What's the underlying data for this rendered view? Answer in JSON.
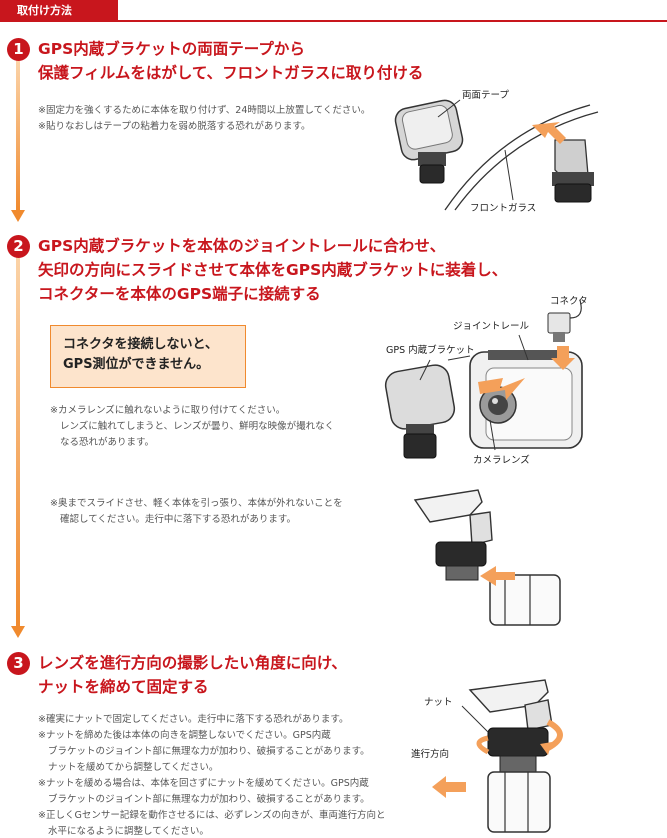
{
  "header": {
    "title": "取付け方法"
  },
  "steps": [
    {
      "number": "1",
      "title_lines": [
        "GPS内蔵ブラケットの両面テープから",
        "保護フィルムをはがして、フロントガラスに取り付ける"
      ],
      "notes": [
        "※固定力を強くするために本体を取り付けず、24時間以上放置してください。",
        "※貼りなおしはテープの粘着力を弱め脱落する恐れがあります。"
      ],
      "labels": {
        "tape": "両面テープ",
        "windshield": "フロントガラス"
      }
    },
    {
      "number": "2",
      "title_lines": [
        "GPS内蔵ブラケットを本体のジョイントレールに合わせ、",
        "矢印の方向にスライドさせて本体をGPS内蔵ブラケットに装着し、",
        "コネクターを本体のGPS端子に接続する"
      ],
      "callout_lines": [
        "コネクタを接続しないと、",
        "GPS測位ができません。"
      ],
      "notes_a": [
        "※カメラレンズに触れないように取り付けてください。",
        "レンズに触れてしまうと、レンズが曇り、鮮明な映像が撮れなく",
        "なる恐れがあります。"
      ],
      "notes_b": [
        "※奥までスライドさせ、軽く本体を引っ張り、本体が外れないことを",
        "確認してください。走行中に落下する恐れがあります。"
      ],
      "labels": {
        "connector": "コネクタ",
        "joint_rail": "ジョイントレール",
        "gps_bracket": "GPS 内蔵ブラケット",
        "camera_lens": "カメラレンズ"
      }
    },
    {
      "number": "3",
      "title_lines": [
        "レンズを進行方向の撮影したい角度に向け、",
        "ナットを締めて固定する"
      ],
      "notes": [
        [
          "※確実にナットで固定してください。走行中に落下する恐れがあります。"
        ],
        [
          "※ナットを締めた後は本体の向きを調整しないでください。GPS内蔵",
          "ブラケットのジョイント部に無理な力が加わり、破損することがあります。",
          "ナットを緩めてから調整してください。"
        ],
        [
          "※ナットを緩める場合は、本体を回さずにナットを緩めてください。GPS内蔵",
          "ブラケットのジョイント部に無理な力が加わり、破損することがあります。"
        ],
        [
          "※正しくGセンサー記録を動作させるには、必ずレンズの向きが、車両進行方向と",
          "水平になるように調整してください。"
        ]
      ],
      "labels": {
        "nut": "ナット",
        "direction": "進行方向"
      }
    }
  ],
  "colors": {
    "red": "#c8161d",
    "orange": "#f08a2e",
    "callout_bg": "#fde4cc"
  }
}
